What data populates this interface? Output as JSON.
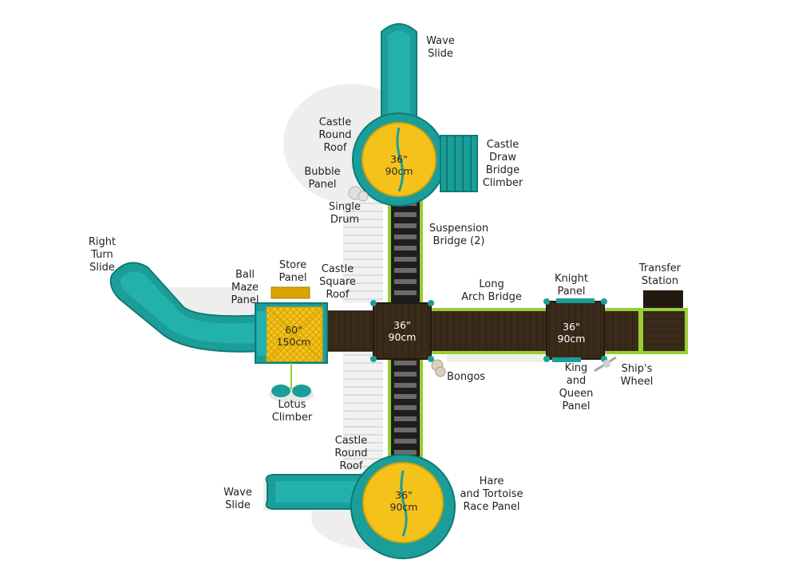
{
  "colors": {
    "teal": "#1b9e9a",
    "teal_dark": "#0f7a76",
    "yellow": "#f5c21b",
    "yellow_dark": "#d9a400",
    "deck": "#3a2a1a",
    "deck_dark": "#24190f",
    "lime": "#9acd32",
    "shadow": "#e6e6e6"
  },
  "labels": {
    "wave_slide_top": "Wave\nSlide",
    "castle_round_roof_top": "Castle\nRound\nRoof",
    "castle_draw_bridge_climber": "Castle\nDraw\nBridge\nClimber",
    "bubble_panel": "Bubble\nPanel",
    "single_drum": "Single\nDrum",
    "suspension_bridge": "Suspension\nBridge (2)",
    "right_turn_slide": "Right\nTurn\nSlide",
    "ball_maze_panel": "Ball\nMaze\nPanel",
    "store_panel": "Store\nPanel",
    "castle_square_roof": "Castle\nSquare\nRoof",
    "long_arch_bridge": "Long\nArch Bridge",
    "knight_panel": "Knight\nPanel",
    "transfer_station": "Transfer\nStation",
    "bongos": "Bongos",
    "king_queen_panel": "King\nand\nQueen\nPanel",
    "ships_wheel": "Ship's\nWheel",
    "lotus_climber": "Lotus\nClimber",
    "castle_round_roof_bottom": "Castle\nRound\nRoof",
    "wave_slide_bottom": "Wave\nSlide",
    "hare_tortoise_panel": "Hare\nand Tortoise\nRace Panel"
  },
  "dimensions": {
    "top_round": "36\"\n90cm",
    "square_roof": "60\"\n150cm",
    "center_deck": "36\"\n90cm",
    "right_deck": "36\"\n90cm",
    "bottom_round": "36\"\n90cm"
  }
}
